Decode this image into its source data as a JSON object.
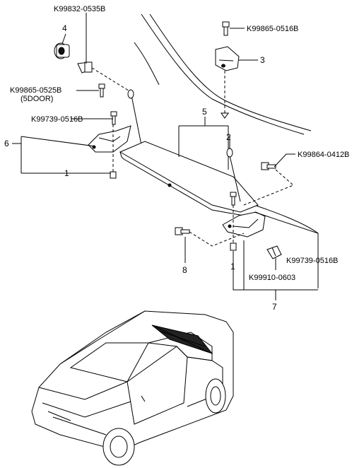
{
  "part_numbers": {
    "screw_top": "K99832-0535B",
    "screw_bracket3": "K99865-0516B",
    "screw_5door": "K99865-0525B",
    "screw_5door_note": "(5DOOR)",
    "screw_bracket6": "K99739-0516B",
    "bolt_right": "K99864-0412B",
    "screw_bracket7": "K99739-0516B",
    "clip": "K99910-0603"
  },
  "callouts": {
    "n1_left": "1",
    "n1_right": "1",
    "n2": "2",
    "n3": "3",
    "n4": "4",
    "n5": "5",
    "n6": "6",
    "n7": "7",
    "n8": "8"
  }
}
